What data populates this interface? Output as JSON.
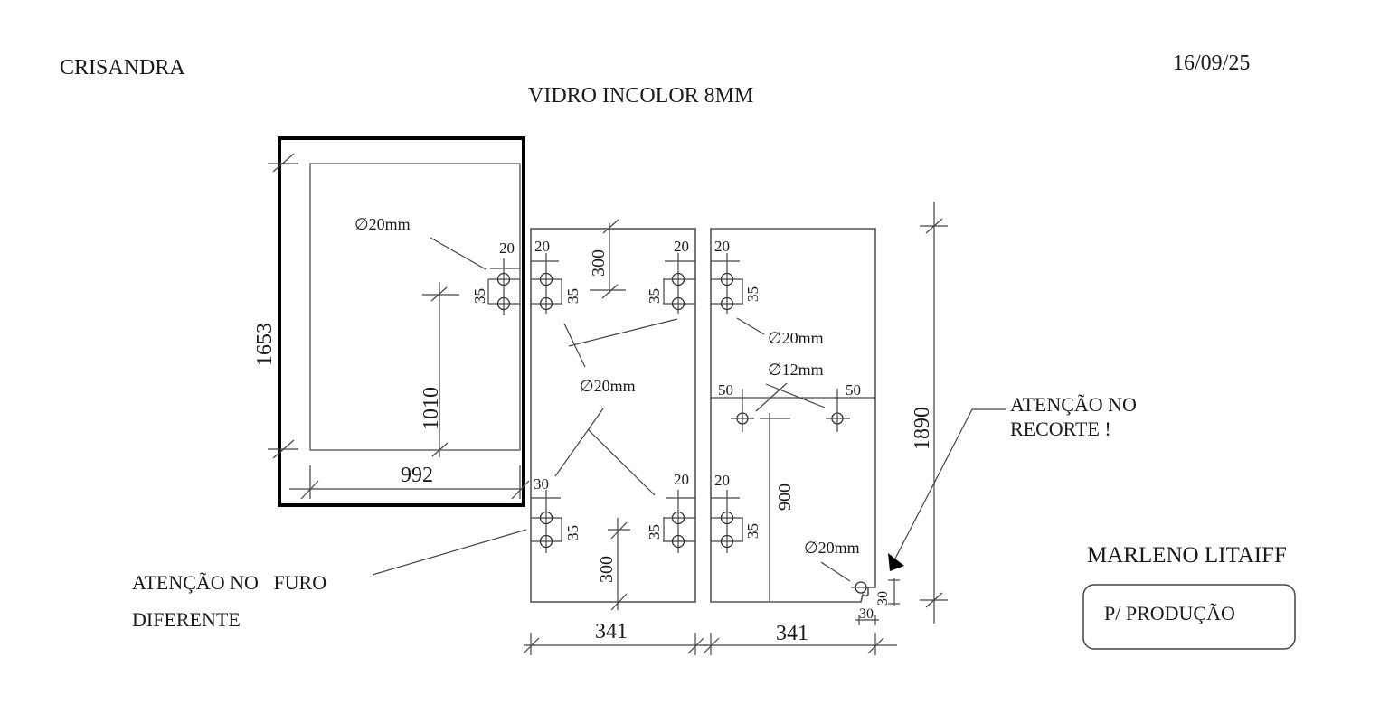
{
  "header": {
    "client": "CRISANDRA",
    "date": "16/09/25",
    "material": "VIDRO INCOLOR 8MM"
  },
  "panel_a": {
    "height": "1653",
    "width": "992",
    "hinge_height": "1010",
    "hole_label": "∅20mm",
    "edge_offset": "20",
    "hole_spacing": "35"
  },
  "panel_b": {
    "width": "341",
    "top_offset": "20",
    "top_offset_right": "20",
    "hole_spacing": "35",
    "top_dim": "300",
    "bottom_dim": "300",
    "hole_label": "∅20mm",
    "bottom_offset_left": "30",
    "bottom_offset_right": "20"
  },
  "panel_c": {
    "width": "341",
    "height": "1890",
    "top_offset": "20",
    "hole_spacing": "35",
    "hole_label_top": "∅20mm",
    "hole_label_mid": "∅12mm",
    "mid_offset_left": "50",
    "mid_offset_right": "50",
    "mid_height": "900",
    "bottom_offset": "20",
    "hole_label_bottom": "∅20mm",
    "notch_x": "30",
    "notch_y": "30"
  },
  "notes": {
    "furo_line1": "ATENÇÃO NO   FURO",
    "furo_line2": "DIFERENTE",
    "recorte_line1": "ATENÇÃO NO",
    "recorte_line2": "RECORTE !"
  },
  "footer": {
    "signature": "MARLENO LITAIFF",
    "stamp": "P/ PRODUÇÃO"
  }
}
